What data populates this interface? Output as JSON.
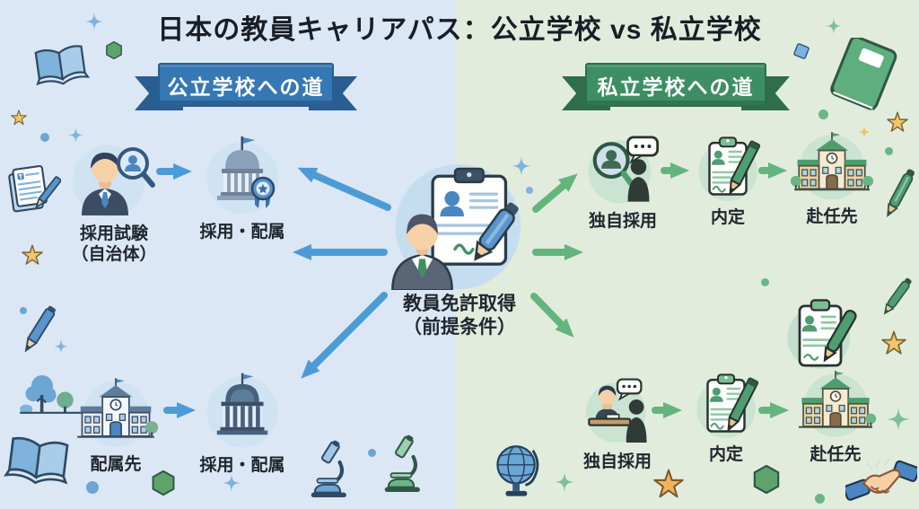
{
  "title": "日本の教員キャリアパス：公立学校 vs 私立学校",
  "center_node": {
    "label": "教員免許取得\n（前提条件）",
    "icon": "teaching-license-clipboard-icon"
  },
  "public_path": {
    "banner_label": "公立学校への道",
    "exam_label": "採用試験\n（自治体）",
    "hire_top_label": "採用・配属",
    "assignment_label": "配属先",
    "hire_bottom_label": "採用・配属",
    "accent_color": "#3678b4",
    "arrow_color": "#4d9bd6",
    "background_color": "#dbe7f4"
  },
  "private_path": {
    "banner_label": "私立学校への道",
    "recruit_top_label": "独自採用",
    "offer_top_label": "内定",
    "post_top_label": "赴任先",
    "recruit_bottom_label": "独自採用",
    "offer_bottom_label": "内定",
    "post_bottom_label": "赴任先",
    "accent_color": "#3d8f63",
    "arrow_color": "#64b47e",
    "background_color": "#e1ecdd"
  },
  "icons": [
    "recruitment-exam-icon",
    "government-building-badge-icon",
    "school-building-icon",
    "capitol-building-icon",
    "interview-search-icon",
    "offer-document-icon",
    "interview-desk-icon",
    "teaching-license-clipboard-icon",
    "resume-clipboard-icon",
    "open-book-icon",
    "closed-book-icon",
    "document-pencil-icon",
    "pencil-icon",
    "pen-icon",
    "trees-icon",
    "microscope-icon",
    "globe-icon",
    "handshake-icon",
    "star-icon",
    "sparkle-icon",
    "hexagon-icon",
    "diamond-icon"
  ]
}
